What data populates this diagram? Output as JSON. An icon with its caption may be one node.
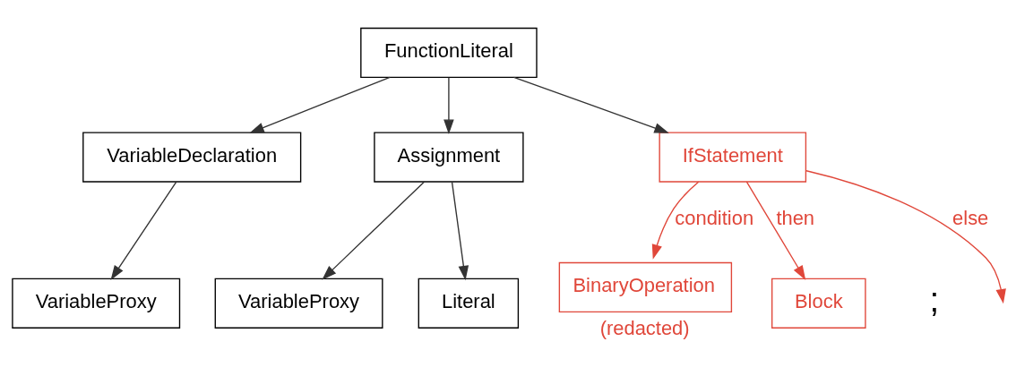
{
  "diagram": {
    "nodes": [
      {
        "text": [
          "FunctionLiteral"
        ]
      },
      {
        "text": [
          "VariableDeclaration"
        ]
      },
      {
        "text": [
          "Assignment"
        ]
      },
      {
        "text": [
          "IfStatement"
        ]
      },
      {
        "text": [
          "VariableProxy"
        ]
      },
      {
        "text": [
          "VariableProxy"
        ]
      },
      {
        "text": [
          "Literal"
        ]
      },
      {
        "text": [
          "BinaryOperation"
        ],
        "beside": [
          "(redacted)"
        ]
      },
      {
        "text": [
          "Block"
        ]
      }
    ],
    "edges": [
      {
        "from": 0,
        "to": 1,
        "arrow": "to"
      },
      {
        "from": 0,
        "to": 2,
        "arrow": "to"
      },
      {
        "from": 0,
        "to": 3,
        "arrow": "to"
      },
      {
        "from": 1,
        "to": 4,
        "arrow": "to"
      },
      {
        "from": 2,
        "to": 5,
        "arrow": "to"
      },
      {
        "from": 2,
        "to": 6,
        "arrow": "to"
      },
      {
        "from": 3,
        "to": 7,
        "arrow": "to",
        "label": "condition",
        "color": "#e0473a"
      },
      {
        "from": 3,
        "to": 8,
        "arrow": "to",
        "label": "then",
        "color": "#e0473a"
      },
      {
        "from": 3,
        "to": null,
        "arrow": "to",
        "label": "else",
        "color": "#e0473a"
      }
    ],
    "labels": [
      ";"
    ]
  }
}
